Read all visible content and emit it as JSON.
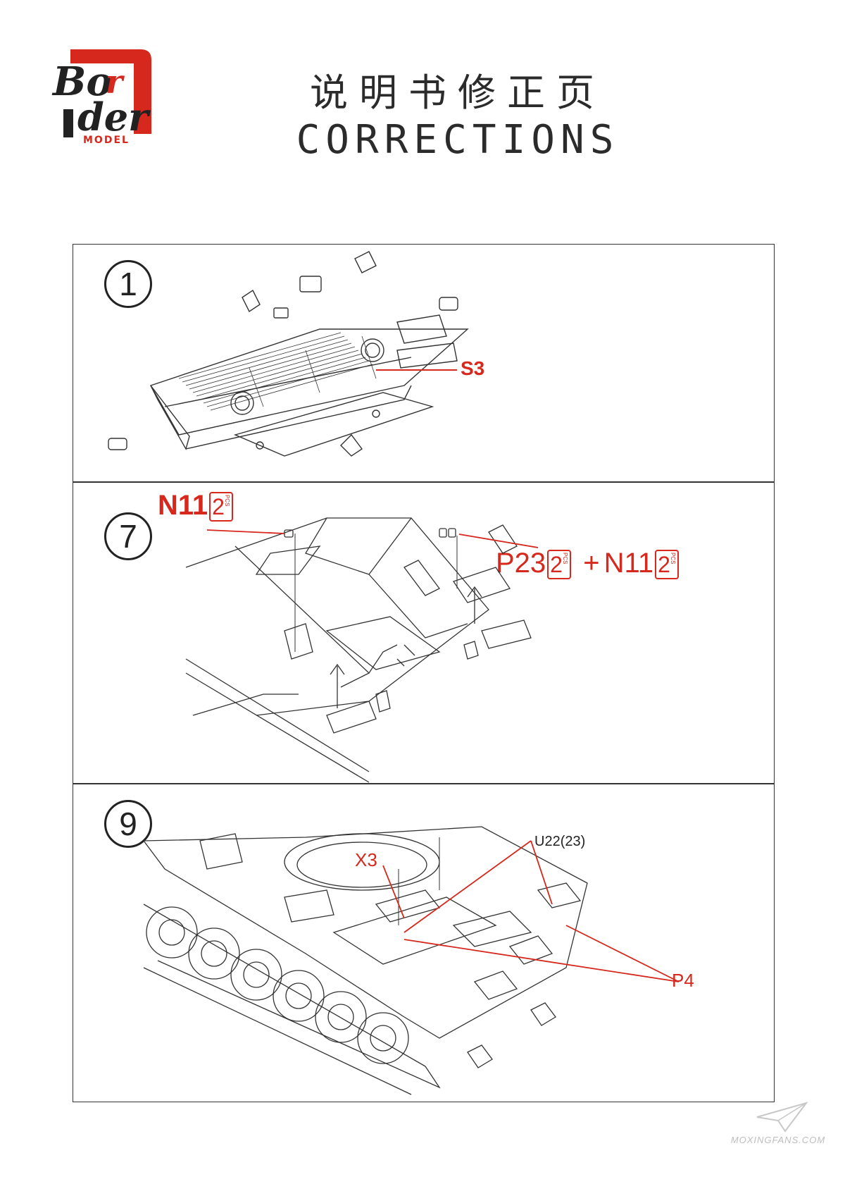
{
  "header": {
    "brand": "Border",
    "brand_sub": "MODEL",
    "title_cn": "说明书修正页",
    "title_en": "CORRECTIONS"
  },
  "steps": [
    {
      "number": "1",
      "callouts": [
        "S3"
      ]
    },
    {
      "number": "7",
      "callout_left": {
        "part": "N11",
        "qty": "2",
        "unit": "PCS"
      },
      "callout_right": {
        "part_a": "P23",
        "qty_a": "2",
        "unit_a": "PCS",
        "plus": "+",
        "part_b": "N11",
        "qty_b": "2",
        "unit_b": "PCS"
      }
    },
    {
      "number": "9",
      "callouts": [
        "U22(23)",
        "X3",
        "P4"
      ]
    }
  ],
  "watermark": "MOXINGFANS.COM",
  "colors": {
    "accent_red": "#d6281c",
    "line_art": "#333333"
  }
}
